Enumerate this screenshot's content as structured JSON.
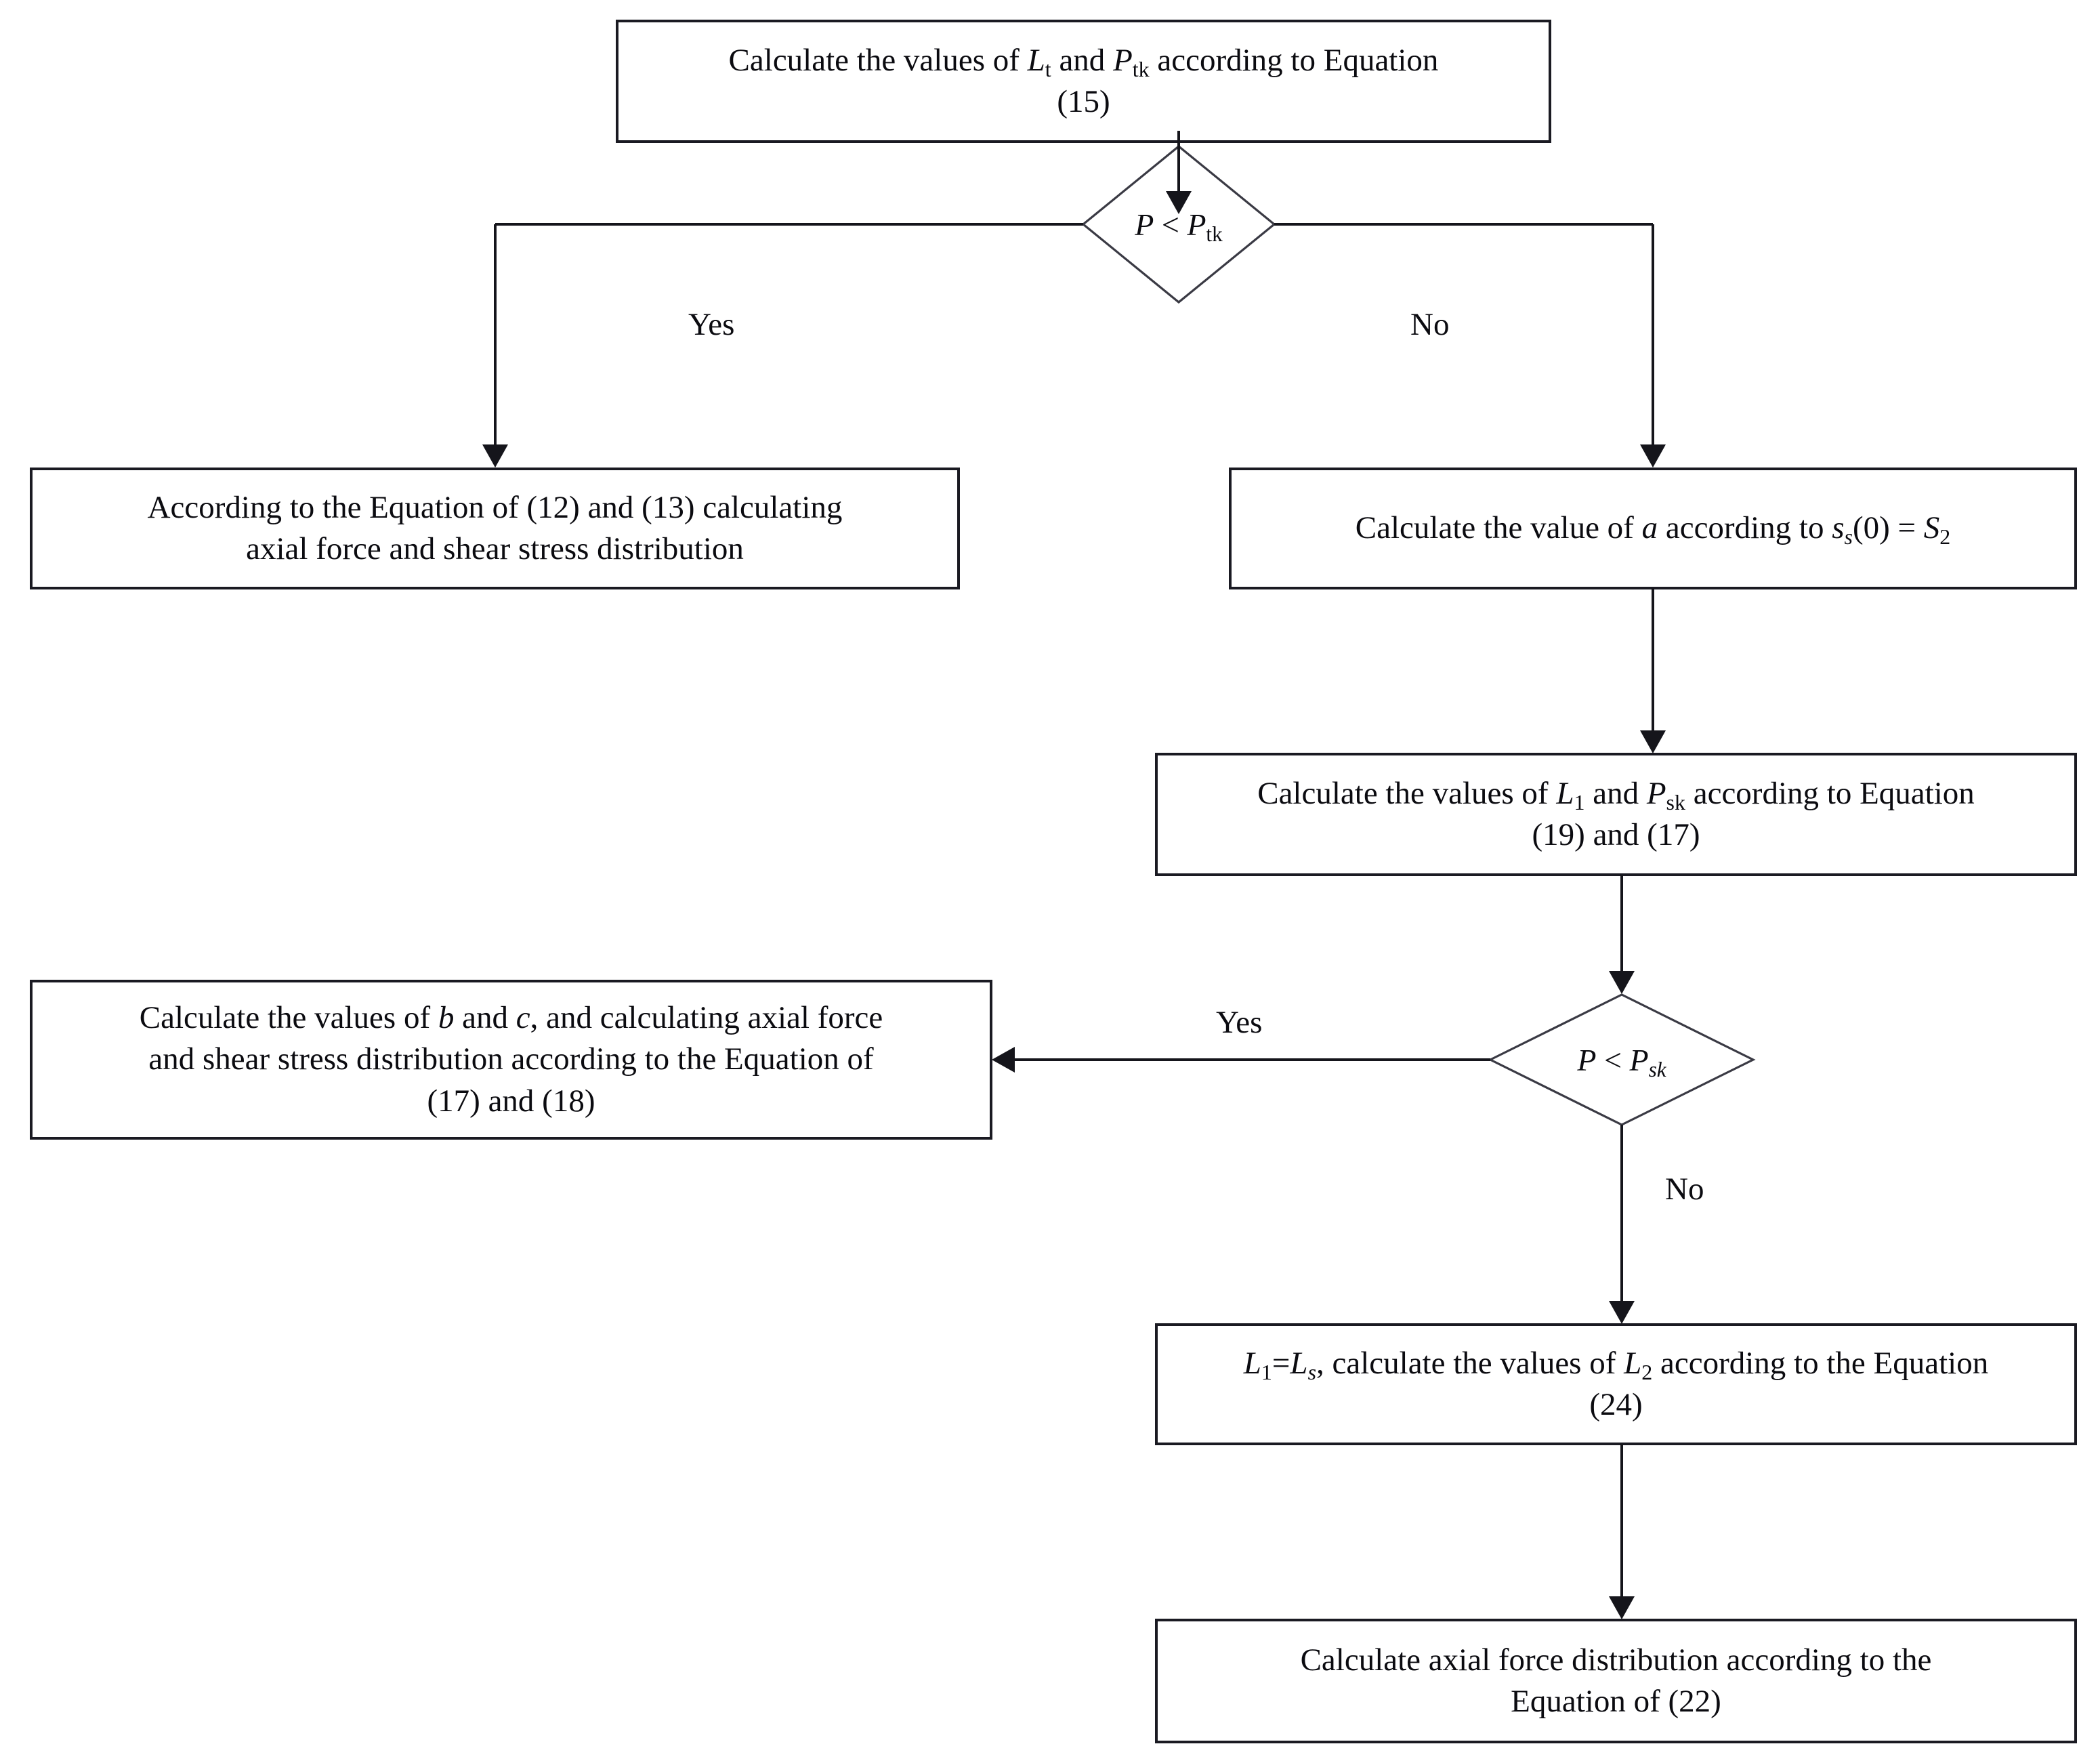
{
  "diagram": {
    "title": "Pile axial force and shear stress calculation flowchart",
    "type": "flowchart",
    "background_color": "#ffffff",
    "line_color": "#15151b",
    "text_color": "#0b0b10",
    "nodes": [
      {
        "id": "n1",
        "shape": "process",
        "text_plain": "Calculate the values of Lt and Ptk according to Equation (15)",
        "line1_pre": "Calculate the values of ",
        "line1_var1": "L",
        "line1_var1_sub": "t",
        "line1_mid": " and ",
        "line1_var2": "P",
        "line1_var2_sub": "tk",
        "line1_post": " according to Equation",
        "line2": "(15)"
      },
      {
        "id": "d1",
        "shape": "decision",
        "text_plain": "P < Ptk",
        "var1": "P",
        "operator": "<",
        "var2": "P",
        "var2_sub": "tk",
        "var2_sub_italic": false
      },
      {
        "id": "n2",
        "shape": "process",
        "text_plain": "According to the Equation of (12) and (13) calculating axial force and shear stress distribution",
        "line1": "According to the Equation of (12) and (13) calculating",
        "line2": "axial force and shear stress distribution"
      },
      {
        "id": "n3",
        "shape": "process",
        "text_plain": "Calculate the value of a according to ss(0) = S2",
        "pre": "Calculate the value of ",
        "var_a": "a",
        "mid": " according to ",
        "func": "s",
        "func_sub": "s",
        "arg": "(0) = ",
        "var_S": "S",
        "var_S_sub": "2"
      },
      {
        "id": "n4",
        "shape": "process",
        "text_plain": "Calculate the values of L1 and Psk according to Equation (19) and (17)",
        "line1_pre": "Calculate the values of ",
        "line1_var1": "L",
        "line1_var1_sub": "1",
        "line1_mid": " and ",
        "line1_var2": "P",
        "line1_var2_sub": "sk",
        "line1_post": " according to Equation",
        "line2": "(19) and (17)"
      },
      {
        "id": "d2",
        "shape": "decision",
        "text_plain": "P < Psk",
        "var1": "P",
        "operator": "<",
        "var2": "P",
        "var2_sub": "sk",
        "var2_sub_italic": true
      },
      {
        "id": "n5",
        "shape": "process",
        "text_plain": "Calculate the values of b and c, and calculating axial force and shear stress distribution according to the Equation of (17) and (18)",
        "line1_pre": "Calculate the values of ",
        "line1_var1": "b",
        "line1_mid": " and ",
        "line1_var2": "c",
        "line1_post": ", and calculating axial force",
        "line2": "and shear stress distribution according to the Equation of",
        "line3": "(17) and (18)"
      },
      {
        "id": "n6",
        "shape": "process",
        "text_plain": "L1=Ls, calculate the values of L2 according to the Equation (24)",
        "line1_var1": "L",
        "line1_var1_sub": "1",
        "line1_eq": "=",
        "line1_var2": "L",
        "line1_var2_sub": "s",
        "line1_mid": ", calculate the values of ",
        "line1_var3": "L",
        "line1_var3_sub": "2",
        "line1_post": " according to the Equation",
        "line2": "(24)"
      },
      {
        "id": "n7",
        "shape": "process",
        "text_plain": "Calculate axial force distribution according to the Equation of (22)",
        "line1": "Calculate axial force distribution according to the",
        "line2": "Equation of (22)"
      }
    ],
    "edge_labels": {
      "d1_yes": "Yes",
      "d1_no": "No",
      "d2_yes": "Yes",
      "d2_no": "No"
    }
  }
}
